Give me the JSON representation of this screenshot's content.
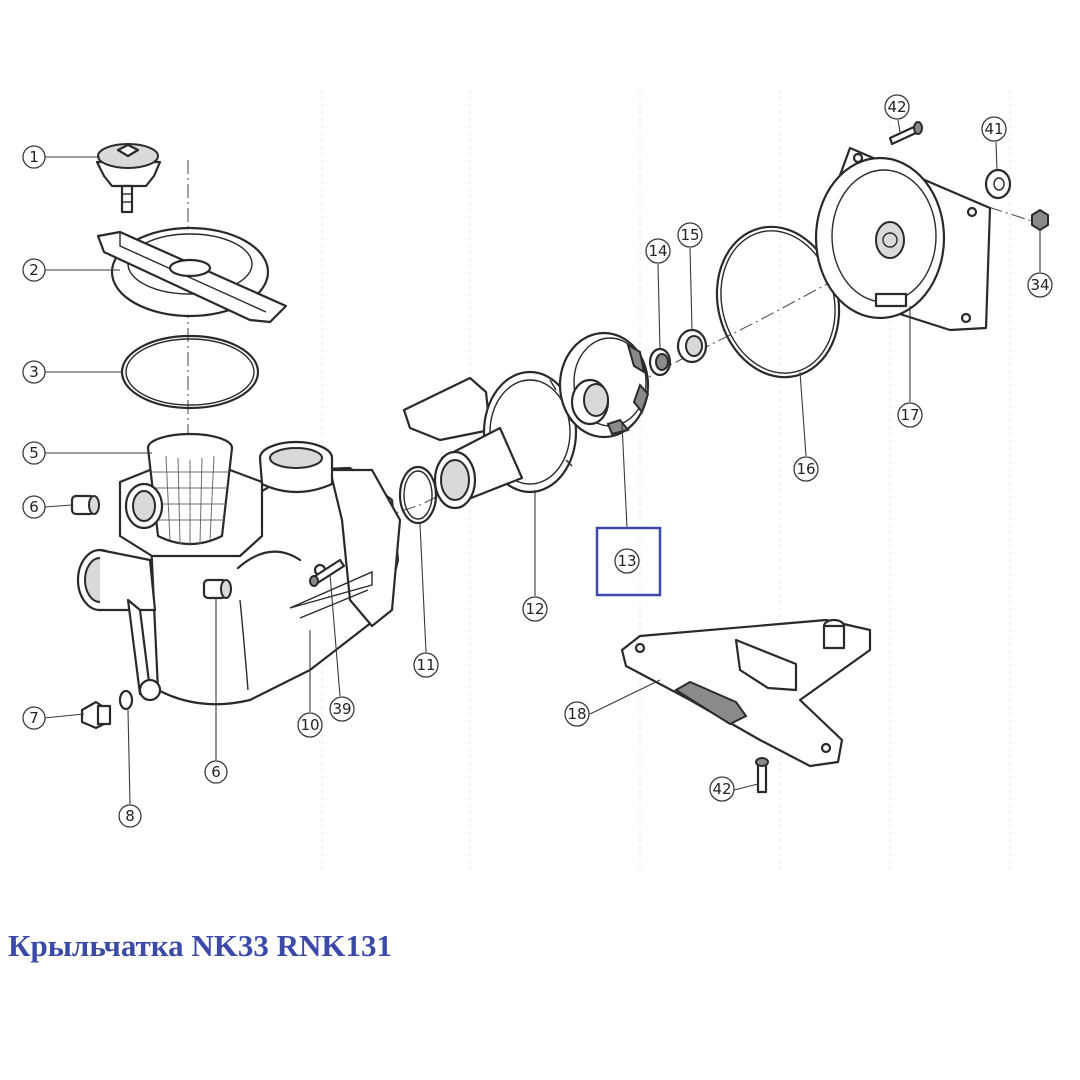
{
  "caption": "Крыльчатка NK33 RNK131",
  "colors": {
    "caption": "#3b4aa8",
    "highlight_box": "#3b4aa8",
    "line_art": "#2a2a2a",
    "background": "#ffffff"
  },
  "highlighted_part": "13",
  "callouts": [
    {
      "id": "1",
      "label": "1"
    },
    {
      "id": "2",
      "label": "2"
    },
    {
      "id": "3",
      "label": "3"
    },
    {
      "id": "5",
      "label": "5"
    },
    {
      "id": "6a",
      "label": "6"
    },
    {
      "id": "6b",
      "label": "6"
    },
    {
      "id": "7",
      "label": "7"
    },
    {
      "id": "8",
      "label": "8"
    },
    {
      "id": "10",
      "label": "10"
    },
    {
      "id": "39",
      "label": "39"
    },
    {
      "id": "11",
      "label": "11"
    },
    {
      "id": "12",
      "label": "12"
    },
    {
      "id": "13",
      "label": "13"
    },
    {
      "id": "14",
      "label": "14"
    },
    {
      "id": "15",
      "label": "15"
    },
    {
      "id": "16",
      "label": "16"
    },
    {
      "id": "17",
      "label": "17"
    },
    {
      "id": "18",
      "label": "18"
    },
    {
      "id": "41",
      "label": "41"
    },
    {
      "id": "42a",
      "label": "42"
    },
    {
      "id": "42b",
      "label": "42"
    },
    {
      "id": "34",
      "label": "34"
    }
  ]
}
